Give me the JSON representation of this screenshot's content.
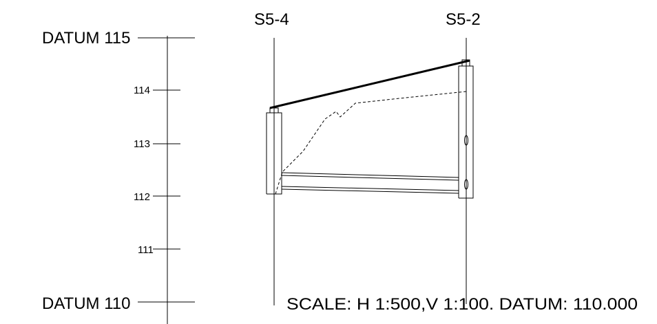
{
  "sections": {
    "left": "S5-4",
    "right": "S5-2"
  },
  "datum_top": "DATUM 115",
  "datum_bottom": "DATUM 110",
  "level_ticks": [
    "114",
    "113",
    "112",
    "111"
  ],
  "scale_note": "SCALE: H 1:500,V 1:100. DATUM: 110.000"
}
